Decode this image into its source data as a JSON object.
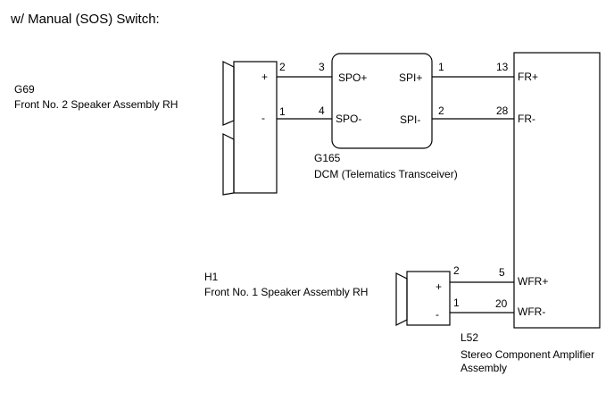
{
  "title": "w/ Manual (SOS) Switch:",
  "g69": {
    "code": "G69",
    "name": "Front No. 2 Speaker Assembly RH",
    "plus": "+",
    "minus": "-",
    "pin_plus": "2",
    "pin_minus": "1"
  },
  "g165": {
    "code": "G165",
    "name": "DCM (Telematics Transceiver)",
    "spo_plus_pin": "3",
    "spo_plus": "SPO+",
    "spo_minus_pin": "4",
    "spo_minus": "SPO-",
    "spi_plus_pin": "1",
    "spi_plus": "SPI+",
    "spi_minus_pin": "2",
    "spi_minus": "SPI-"
  },
  "h1": {
    "code": "H1",
    "name": "Front No. 1 Speaker Assembly RH",
    "plus": "+",
    "minus": "-",
    "pin_plus": "2",
    "pin_minus": "1"
  },
  "l52": {
    "code": "L52",
    "name_line1": "Stereo Component Amplifier",
    "name_line2": "Assembly",
    "fr_plus_pin": "13",
    "fr_plus": "FR+",
    "fr_minus_pin": "28",
    "fr_minus": "FR-",
    "wfr_plus_pin": "5",
    "wfr_plus": "WFR+",
    "wfr_minus_pin": "20",
    "wfr_minus": "WFR-"
  }
}
